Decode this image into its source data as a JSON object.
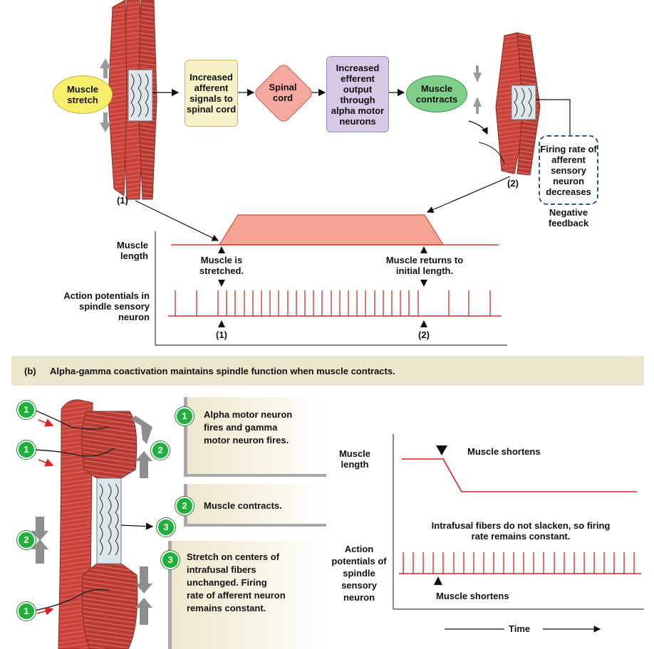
{
  "top": {
    "muscle_stretch": "Muscle stretch",
    "afferent": "Increased afferent signals to spinal cord",
    "spinal_cord": "Spinal cord",
    "efferent": "Increased efferent output through alpha motor neurons",
    "contracts": "Muscle contracts",
    "firing_rate": "Firing rate of afferent sensory neuron decreases",
    "neg_feedback": "Negative feedback",
    "label1": "(1)",
    "label2": "(2)",
    "colors": {
      "yellow": "#f7ee6c",
      "beige": "#f7efc6",
      "pink": "#f5a8a0",
      "purple": "#d6c8e6",
      "green": "#7fcf8a"
    }
  },
  "graph_a": {
    "muscle_length": "Muscle length",
    "stretched": "Muscle is stretched.",
    "returns": "Muscle returns to initial length.",
    "action_potentials": "Action potentials in spindle sensory neuron",
    "mark1": "(1)",
    "mark2": "(2)"
  },
  "section_b": {
    "label": "(b)",
    "title": "Alpha-gamma coactivation maintains spindle function when muscle contracts."
  },
  "steps": [
    {
      "num": "1",
      "text": "Alpha motor neuron fires and gamma motor neuron fires."
    },
    {
      "num": "2",
      "text": "Muscle contracts."
    },
    {
      "num": "3",
      "text": "Stretch on centers of intrafusal fibers unchanged. Firing rate of afferent neuron remains constant."
    }
  ],
  "figure_markers": {
    "n1": "1",
    "n2": "2",
    "n3": "3"
  },
  "graph_b": {
    "muscle_length": "Muscle length",
    "shortens_top": "Muscle shortens",
    "no_slacken": "Intrafusal fibers do not slacken, so firing rate remains constant.",
    "action_potentials": "Action potentials of spindle sensory neuron",
    "shortens_bottom": "Muscle shortens",
    "time": "Time"
  }
}
